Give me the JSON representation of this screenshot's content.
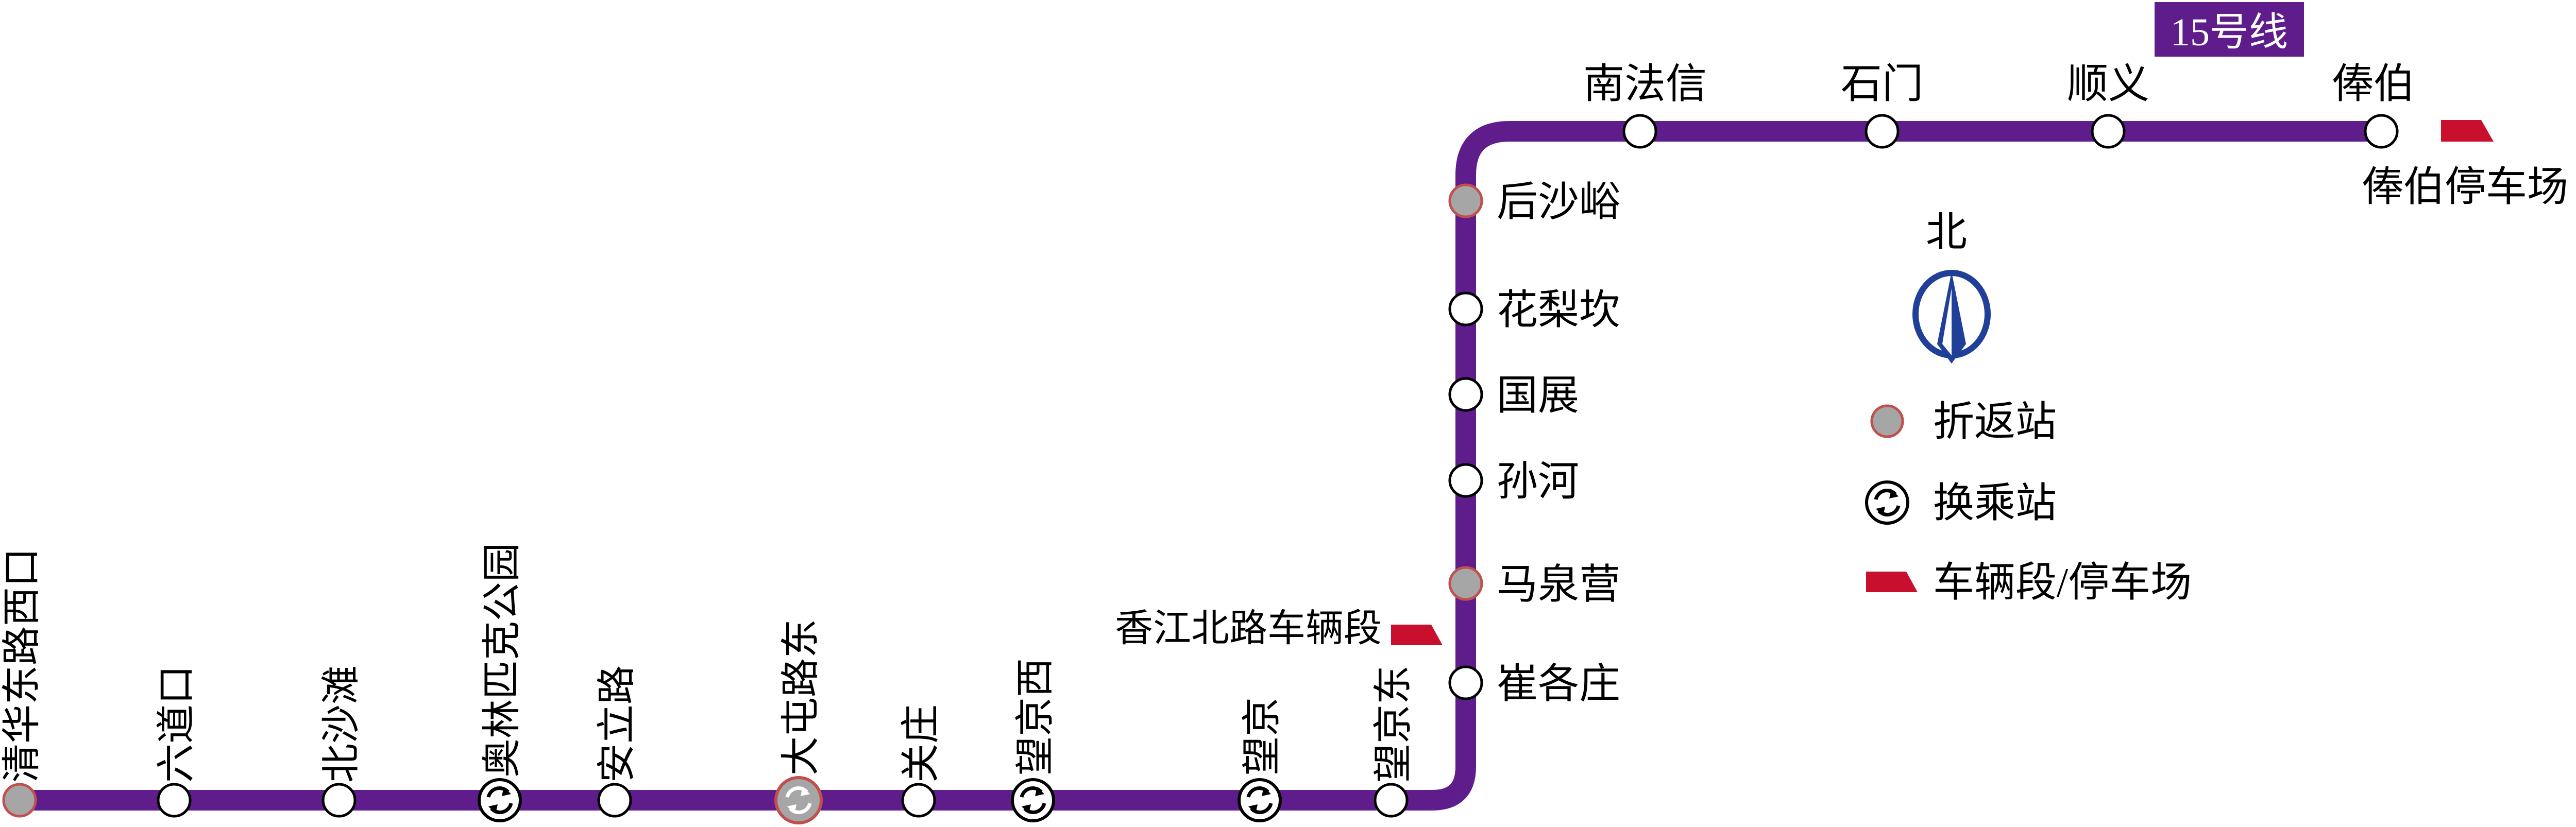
{
  "line": {
    "badge": "15号线",
    "color": "#5f1d8c"
  },
  "colors": {
    "depot": "#c8102e",
    "turnback_fill": "#a6a6a6",
    "turnback_ring": "#c0504d",
    "compass": "#1f3f99"
  },
  "stations": [
    {
      "id": "qinghuadonglu-xikou",
      "name": "清华东路西口",
      "type": "turnback"
    },
    {
      "id": "liudaokou",
      "name": "六道口",
      "type": "normal"
    },
    {
      "id": "beishatan",
      "name": "北沙滩",
      "type": "normal"
    },
    {
      "id": "olympic-park",
      "name": "奥林匹克公园",
      "type": "transfer"
    },
    {
      "id": "anlilu",
      "name": "安立路",
      "type": "normal"
    },
    {
      "id": "datunludong",
      "name": "大屯路东",
      "type": "turnback-transfer"
    },
    {
      "id": "guanzhuang",
      "name": "关庄",
      "type": "normal"
    },
    {
      "id": "wangjingxi",
      "name": "望京西",
      "type": "transfer"
    },
    {
      "id": "wangjing",
      "name": "望京",
      "type": "transfer"
    },
    {
      "id": "wangjingdong",
      "name": "望京东",
      "type": "normal"
    },
    {
      "id": "cuigezhuang",
      "name": "崔各庄",
      "type": "normal"
    },
    {
      "id": "maquanying",
      "name": "马泉营",
      "type": "turnback"
    },
    {
      "id": "sunhe",
      "name": "孙河",
      "type": "normal"
    },
    {
      "id": "guozhan",
      "name": "国展",
      "type": "normal"
    },
    {
      "id": "hualikan",
      "name": "花梨坎",
      "type": "normal"
    },
    {
      "id": "houshayu",
      "name": "后沙峪",
      "type": "turnback"
    },
    {
      "id": "nanfaxin",
      "name": "南法信",
      "type": "normal"
    },
    {
      "id": "shimen",
      "name": "石门",
      "type": "normal"
    },
    {
      "id": "shunyi",
      "name": "顺义",
      "type": "normal"
    },
    {
      "id": "fengbo",
      "name": "俸伯",
      "type": "normal"
    }
  ],
  "depots": [
    {
      "id": "xiangjiang-beilu",
      "name": "香江北路车辆段"
    },
    {
      "id": "fengbo",
      "name": "俸伯停车场"
    }
  ],
  "compass": {
    "label": "北",
    "icon": "north-arrow-icon"
  },
  "legend": [
    {
      "symbol": "turnback",
      "label": "折返站"
    },
    {
      "symbol": "transfer",
      "label": "换乘站"
    },
    {
      "symbol": "depot",
      "label": "车辆段/停车场"
    }
  ]
}
